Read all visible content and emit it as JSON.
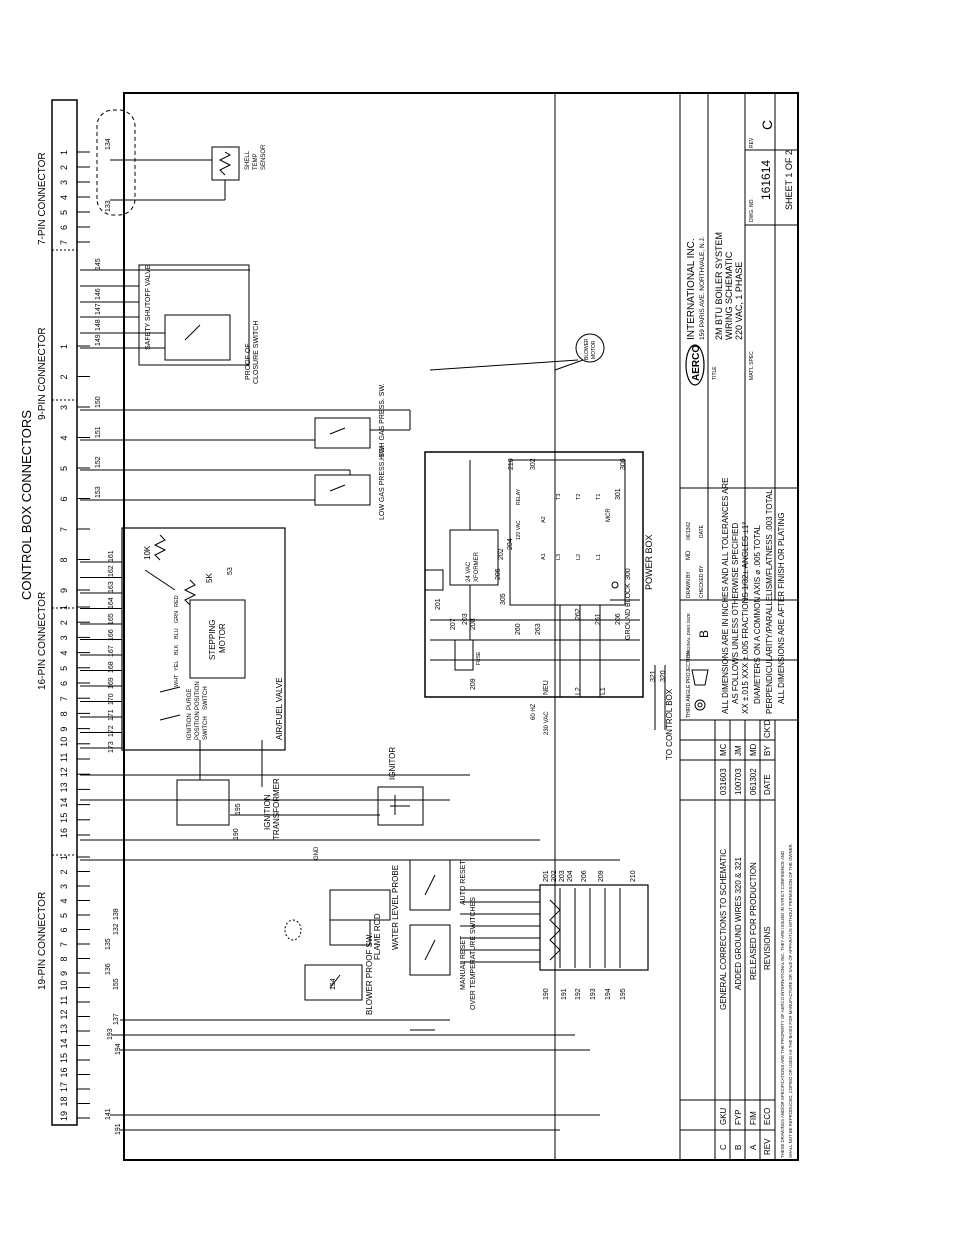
{
  "drawing": {
    "main_title": "CONTROL BOX CONNECTORS",
    "connectors": {
      "c7": {
        "label": "7-PIN CONNECTOR",
        "pins": [
          "7",
          "6",
          "5",
          "4",
          "3",
          "2",
          "1"
        ]
      },
      "c9": {
        "label": "9-PIN CONNECTOR",
        "pins": [
          "9",
          "8",
          "7",
          "6",
          "5",
          "4",
          "3",
          "2",
          "1"
        ]
      },
      "c16": {
        "label": "16-PIN CONNECTOR",
        "pins": [
          "16",
          "15",
          "14",
          "13",
          "12",
          "11",
          "10",
          "9",
          "8",
          "7",
          "6",
          "5",
          "4",
          "3",
          "2",
          "1"
        ]
      },
      "c19": {
        "label": "19-PIN CONNECTOR",
        "pins": [
          "19",
          "18",
          "17",
          "16",
          "15",
          "14",
          "13",
          "12",
          "11",
          "10",
          "9",
          "8",
          "7",
          "6",
          "5",
          "4",
          "3",
          "2",
          "1"
        ]
      }
    },
    "wire_numbers": {
      "w134": "134",
      "w133": "133",
      "w145": "145",
      "w146": "146",
      "w147": "147",
      "w148": "148",
      "w149": "149",
      "w150": "150",
      "w151": "151",
      "w152": "152",
      "w153": "153",
      "w161": "161",
      "w162": "162",
      "w163": "163",
      "w164": "164",
      "w165": "165",
      "w166": "166",
      "w167": "167",
      "w168": "168",
      "w169": "169",
      "w170": "170",
      "w171": "171",
      "w172": "172",
      "w173": "173",
      "w195": "195",
      "w190": "190",
      "w141": "141",
      "w138": "138",
      "w132": "132",
      "w135": "135",
      "w136": "136",
      "w155": "155",
      "w137": "137",
      "w193": "193",
      "w194": "194",
      "w191": "191",
      "w154": "154",
      "w320": "320",
      "w321": "321",
      "w300": "300",
      "w301": "301",
      "w302": "302",
      "w305": "305",
      "w306": "306",
      "w210": "210",
      "w201": "201",
      "w202": "202",
      "w203": "203",
      "w204": "204",
      "w205": "205",
      "w206": "206",
      "w207": "207",
      "w208": "208",
      "w209": "209",
      "w260": "260",
      "w261": "261",
      "w262": "262",
      "w263": "263",
      "t201": "201",
      "t202": "202",
      "t203": "203",
      "t204": "204",
      "t206": "206",
      "t209": "209",
      "t210": "210",
      "t190": "190",
      "t191": "191",
      "t192": "192",
      "t193": "193",
      "t194": "194",
      "t195": "195"
    },
    "labels": {
      "shell_temp": [
        "SHELL",
        "TEMP",
        "SENSOR"
      ],
      "safety_shutoff": "SAFETY SHUTOFF VALVE",
      "proof_closure": [
        "PROOF OF",
        "CLOSURE SWITCH"
      ],
      "blower_motor": [
        "BLOWER",
        "MOTOR"
      ],
      "high_gas": "HIGH GAS PRESS. SW.",
      "low_gas": "LOW GAS PRESS. SW.",
      "stepping_motor": [
        "STEPPING",
        "MOTOR"
      ],
      "air_fuel_valve": "AIR/FUEL VALVE",
      "purge_switch": [
        "PURGE",
        "POSITION",
        "SWITCH"
      ],
      "ignition_switch": [
        "IGNITION",
        "POSITION",
        "SWITCH"
      ],
      "pot_10k": "10K",
      "pot_5k": "5K",
      "pot_53": "53",
      "wire_colors": [
        "RED",
        "GRN",
        "BLU",
        "BLK",
        "YEL",
        "WHT"
      ],
      "ignitor": "IGNITOR",
      "ignition_transformer": [
        "IGNITION",
        "TRANSFORMER"
      ],
      "gnd": "GND",
      "water_level": "WATER LEVEL PROBE",
      "flame_rod": "FLAME ROD",
      "blower_proof": "BLOWER PROOF SW.",
      "auto_reset": [
        "AUTO RESET"
      ],
      "manual_reset": [
        "MANUAL RESET",
        "OVER TEMPERATURE SWITCHES"
      ],
      "power_box": "POWER BOX",
      "relay": "RELAY",
      "vac120": "120 VAC",
      "xformer": [
        "24 VAC",
        "XFORMER"
      ],
      "fuse": "FUSE",
      "ground_block": "GROUND BLOCK",
      "hz60": "60 HZ",
      "vac220": "230 VAC",
      "l1": "L1",
      "l2": "L2",
      "neu": "NEU",
      "to_control_box": "TO CONTROL BOX",
      "mcr": "MCR",
      "relay_pins": [
        "A1",
        "A2",
        "L3",
        "T3",
        "L2",
        "T2",
        "L1",
        "T1"
      ]
    },
    "tolerances": [
      "ALL DIMENSIONS ARE IN INCHES AND ALL TOLERANCES ARE",
      "AS FOLLOWS UNLESS OTHERWISE SPECIFIED",
      "XX ±.015  XXX ±.005  FRACTIONS 1/32±  ANGLES ±1°",
      "DIAMETERS ON A COMMON AXIS ⌀ .005 TOTAL",
      "PERPENDICULARITY/PARALLELISM/FLATNESS .003 TOTAL",
      "ALL DIMENSIONS ARE AFTER FINISH OR PLATING"
    ],
    "projection": "THIRD ANGLE PROJECTION",
    "orig_dwg_size": "ORIGINAL DWG SIZE",
    "size_letter": "B",
    "drawn_by": "DRAWN BY",
    "drawn_by_val": "MD",
    "drawn_date": "06/1302",
    "checked_by": "CHECKED BY",
    "date_label": "DATE",
    "company": "INTERNATIONAL INC.",
    "address": "159 PARIS AVE. NORTHVALE, N.J.",
    "logo": "AERCO",
    "title_label": "TITLE",
    "title_lines": [
      "2M BTU BOILER SYSTEM",
      "WIRING SCHEMATIC",
      "220 VAC, 1 PHASE"
    ],
    "matl_spec": "MAT'L SPEC",
    "dwg_no_label": "DWG. NO.",
    "dwg_no": "161614",
    "rev_label": "REV",
    "rev": "C",
    "sheet": "SHEET 1 OF 2",
    "revisions_header": {
      "rev": "REV",
      "eco": "ECO",
      "desc": "REVISIONS",
      "date": "DATE",
      "by": "BY",
      "ckd": "CK'D"
    },
    "revisions": [
      {
        "rev": "C",
        "eco": "GKU",
        "desc": "GENERAL CORRECTIONS TO SCHEMATIC",
        "date": "031603",
        "by": "MC"
      },
      {
        "rev": "B",
        "eco": "FYP",
        "desc": "ADDED GROUND WIRES 320 & 321",
        "date": "100703",
        "by": "JM"
      },
      {
        "rev": "A",
        "eco": "FIM",
        "desc": "RELEASED FOR PRODUCTION",
        "date": "061302",
        "by": "MD"
      }
    ],
    "proprietary": [
      "THESE DRAWINGS AND/OR SPECIFICATIONS ARE THE PROPERTY OF AERCO INTERNATIONAL INC. THEY ARE ISSUED IN STRICT CONFIDENCE AND",
      "SHALL NOT BE REPRODUCED, COPIED OR USED AS THE BASIS FOR MANUFACTURE OR SALE OF APPARATUS WITHOUT PERMISSION OF THE OWNER."
    ]
  }
}
